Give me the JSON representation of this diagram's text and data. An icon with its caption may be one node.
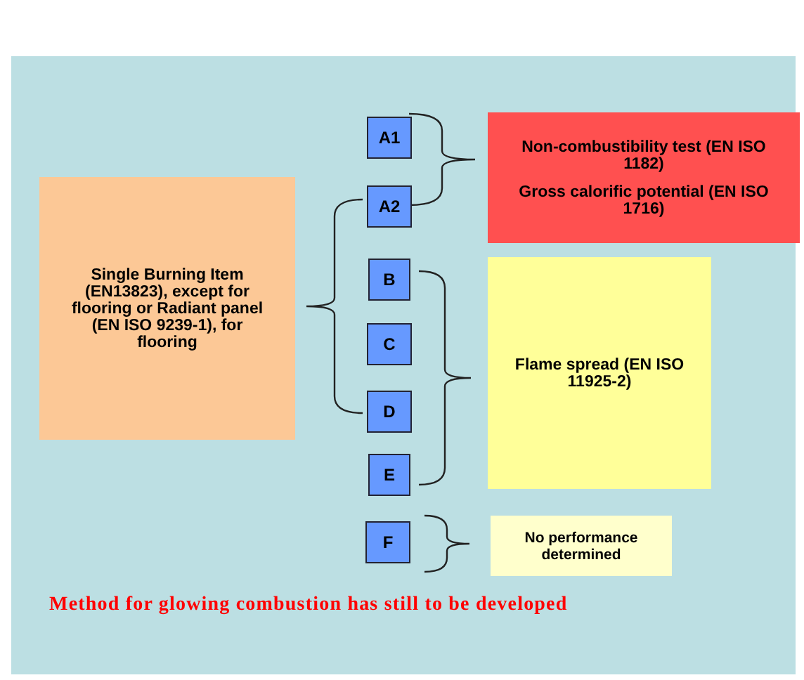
{
  "diagram": {
    "nodes": [
      {
        "text": [
          "Single Burning Item (EN13823), except for flooring or Radiant panel (EN ISO 9239-1), for flooring"
        ]
      },
      {
        "text": [
          "A1"
        ]
      },
      {
        "text": [
          "A2"
        ]
      },
      {
        "text": [
          "B"
        ]
      },
      {
        "text": [
          "C"
        ]
      },
      {
        "text": [
          "D"
        ]
      },
      {
        "text": [
          "E"
        ]
      },
      {
        "text": [
          "F"
        ]
      },
      {
        "text": [
          "Non-combustibility test (EN ISO 1182)",
          "Gross calorific potential (EN ISO 1716)"
        ]
      },
      {
        "text": [
          "Flame spread (EN ISO 11925-2)"
        ]
      },
      {
        "text": [
          "No performance determined"
        ]
      }
    ],
    "labels": [
      "Method for glowing combustion has still to be developed"
    ]
  }
}
